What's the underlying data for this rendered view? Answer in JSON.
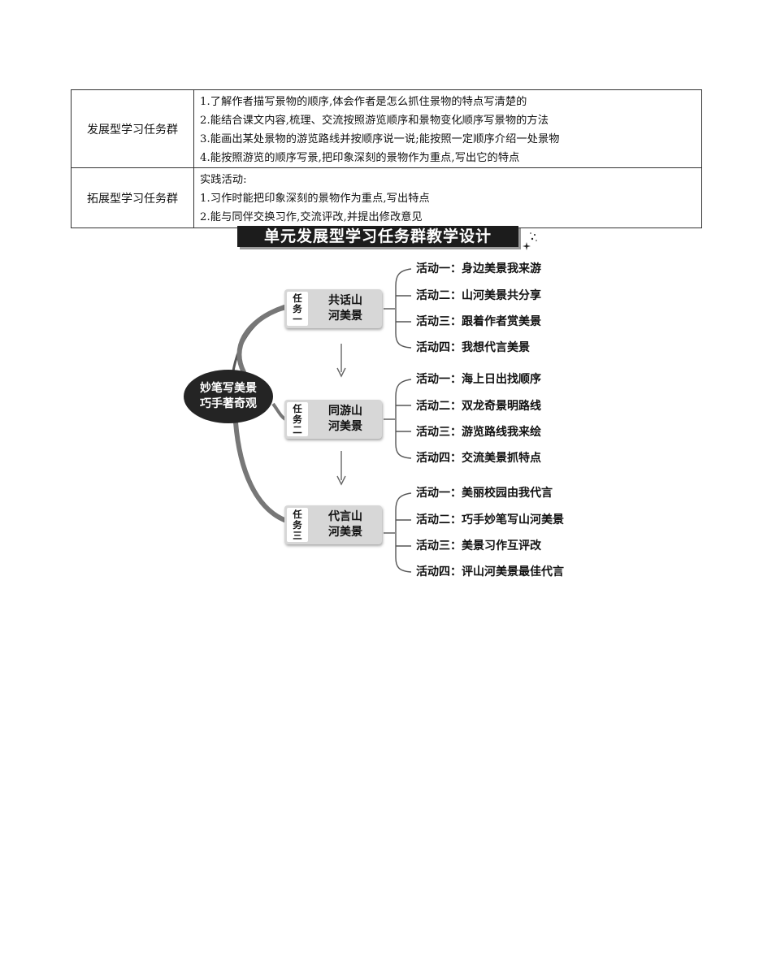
{
  "table": {
    "rows": [
      {
        "label": "发展型学习任务群",
        "lines": [
          "1.了解作者描写景物的顺序,体会作者是怎么抓住景物的特点写清楚的",
          "2.能结合课文内容,梳理、交流按照游览顺序和景物变化顺序写景物的方法",
          "3.能画出某处景物的游览路线并按顺序说一说;能按照一定顺序介绍一处景物",
          "4.能按照游览的顺序写景,把印象深刻的景物作为重点,写出它的特点"
        ]
      },
      {
        "label": "拓展型学习任务群",
        "lines": [
          "实践活动:",
          "1.习作时能把印象深刻的景物作为重点,写出特点",
          "2.能与同伴交换习作,交流评改,并提出修改意见"
        ]
      }
    ]
  },
  "banner": {
    "title": "单元发展型学习任务群教学设计"
  },
  "mindmap": {
    "center": {
      "line1": "妙笔写美景",
      "line2": "巧手著奇观"
    },
    "tasks": [
      {
        "tag": [
          "任",
          "务",
          "一"
        ],
        "title1": "共话山",
        "title2": "河美景",
        "activities": [
          "活动一：身边美景我来游",
          "活动二：山河美景共分享",
          "活动三：跟着作者赏美景",
          "活动四：我想代言美景"
        ]
      },
      {
        "tag": [
          "任",
          "务",
          "二"
        ],
        "title1": "同游山",
        "title2": "河美景",
        "activities": [
          "活动一：海上日出找顺序",
          "活动二：双龙奇景明路线",
          "活动三：游览路线我来绘",
          "活动四：交流美景抓特点"
        ]
      },
      {
        "tag": [
          "任",
          "务",
          "三"
        ],
        "title1": "代言山",
        "title2": "河美景",
        "activities": [
          "活动一：美丽校园由我代言",
          "活动二：巧手妙笔写山河美景",
          "活动三：美景习作互评改",
          "活动四：评山河美景最佳代言"
        ]
      }
    ]
  },
  "colors": {
    "node_fill": "#d7d7d7",
    "center_fill": "#242424",
    "banner_fill": "#1c1c1c"
  }
}
